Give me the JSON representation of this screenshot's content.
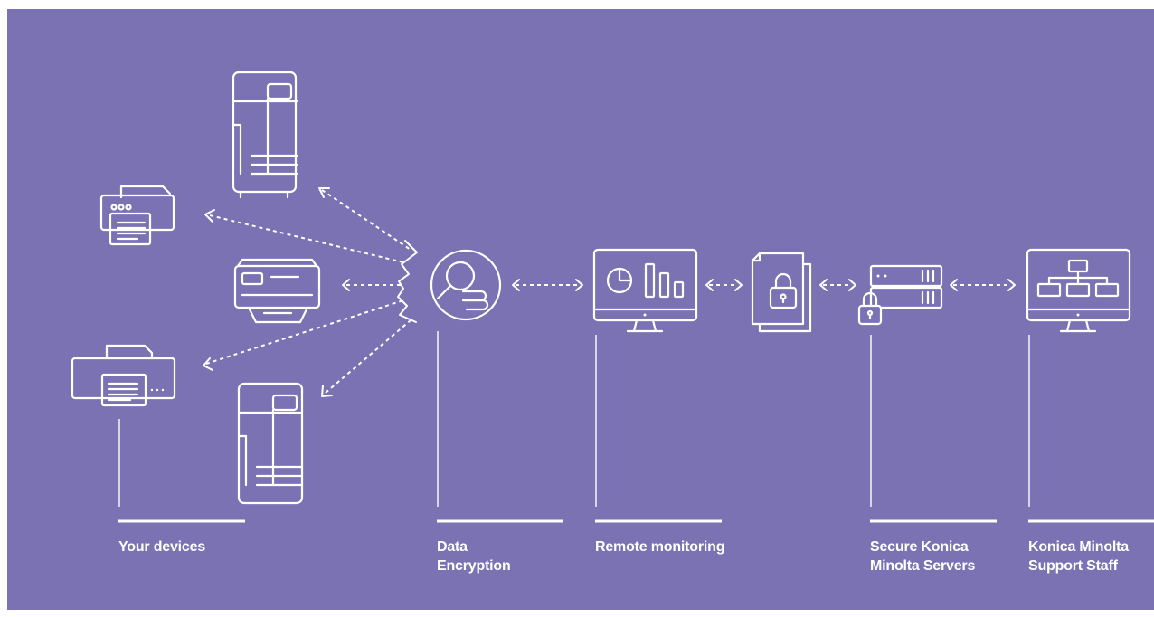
{
  "stages": {
    "devices": "Your devices",
    "encryption_line1": "Data",
    "encryption_line2": "Encryption",
    "monitoring": "Remote monitoring",
    "servers_line1": "Secure Konica",
    "servers_line2": "Minolta Servers",
    "support_line1": "Konica Minolta",
    "support_line2": "Support Staff"
  },
  "colors": {
    "background": "#7b72b4",
    "foreground": "#ffffff"
  }
}
